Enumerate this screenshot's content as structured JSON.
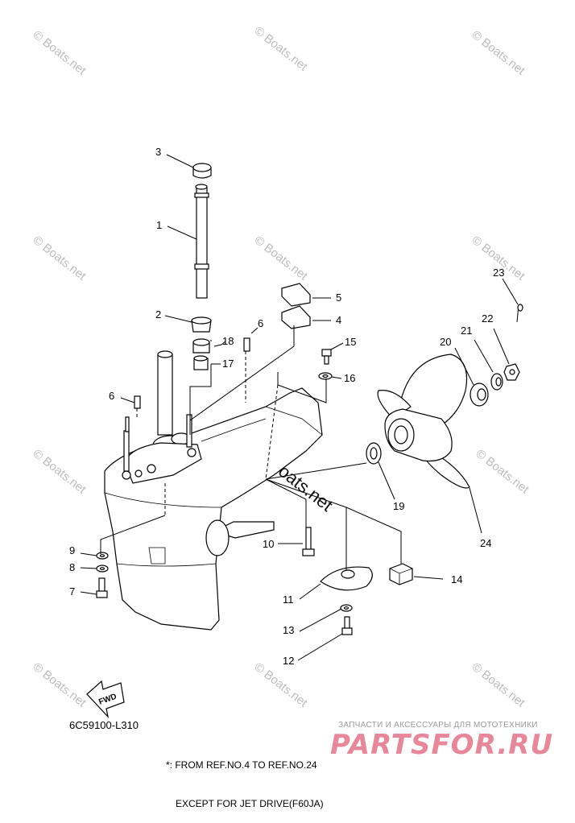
{
  "watermark": "© Boats.net",
  "diagram_code": "6C59100-L310",
  "footnote_line1": "*: FROM REF.NO.4 TO REF.NO.24",
  "footnote_line2": "EXCEPT FOR JET DRIVE(F60JA)",
  "fwd_label": "FWD",
  "brand_tagline": "ЗАПЧАСТИ И АКСЕССУАРЫ ДЛЯ МОТОТЕХНИКИ",
  "brand_name": "PARTSFOR.RU",
  "callouts": {
    "c1": "1",
    "c2": "2",
    "c3": "3",
    "c4": "4",
    "c5": "5",
    "c6a": "6",
    "c6b": "6",
    "c7": "7",
    "c8": "8",
    "c9": "9",
    "c10": "10",
    "c11": "11",
    "c12": "12",
    "c13": "13",
    "c14": "14",
    "c15": "15",
    "c16": "16",
    "c17": "17",
    "c18": "18",
    "c19": "19",
    "c20": "20",
    "c21": "21",
    "c22": "22",
    "c23": "23",
    "c24": "24"
  }
}
